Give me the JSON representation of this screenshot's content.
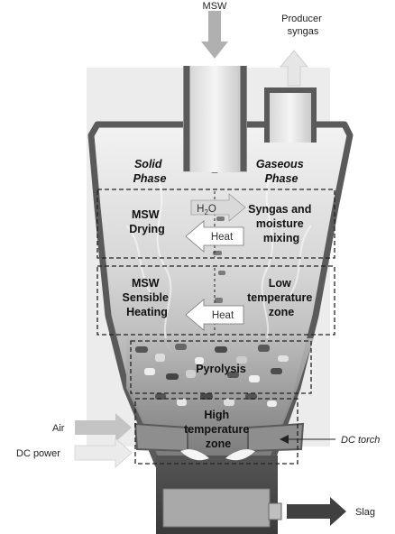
{
  "inputs": {
    "msw": "MSW",
    "air": "Air",
    "dc_power": "DC power"
  },
  "outputs": {
    "producer_syngas_line1": "Producer",
    "producer_syngas_line2": "syngas",
    "slag": "Slag"
  },
  "phases": {
    "solid_line1": "Solid",
    "solid_line2": "Phase",
    "gaseous_line1": "Gaseous",
    "gaseous_line2": "Phase"
  },
  "zones": {
    "drying_line1": "MSW",
    "drying_line2": "Drying",
    "mixing_line1": "Syngas and",
    "mixing_line2": "moisture",
    "mixing_line3": "mixing",
    "sensible_line1": "MSW",
    "sensible_line2": "Sensible",
    "sensible_line3": "Heating",
    "low_temp_line1": "Low",
    "low_temp_line2": "temperature",
    "low_temp_line3": "zone",
    "pyrolysis": "Pyrolysis",
    "high_temp_line1": "High",
    "high_temp_line2": "temperature",
    "high_temp_line3": "zone"
  },
  "flows": {
    "h2o_h": "H",
    "h2o_sub": "2",
    "h2o_o": "O",
    "heat_upper": "Heat",
    "heat_lower": "Heat"
  },
  "equipment": {
    "dc_torch": "DC torch"
  },
  "colors": {
    "vessel_edge": "#5a5a5a",
    "vessel_fill_top": "#f2f2f2",
    "vessel_fill_bottom": "#8a8a8a",
    "arrow_light": "#bdbdbd",
    "arrow_dark": "#404040"
  }
}
